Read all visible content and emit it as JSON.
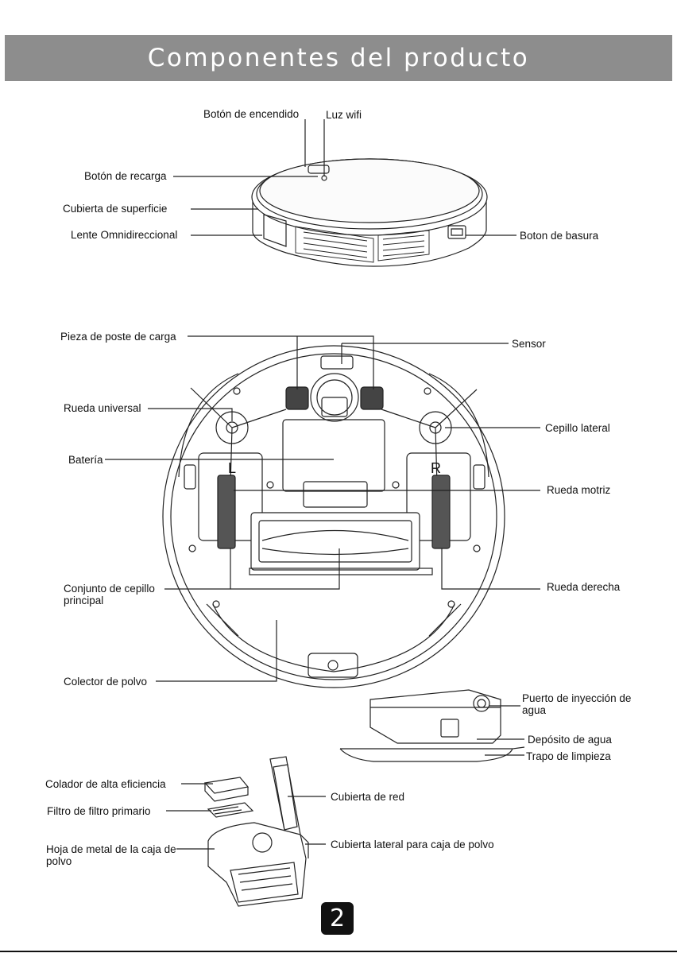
{
  "title": "Componentes del producto",
  "page_number": "2",
  "top_view": {
    "power_button": "Botón de encendido",
    "wifi_light": "Luz wifi",
    "recharge_button": "Botón de recarga",
    "surface_cover": "Cubierta de superficie",
    "omni_lens": "Lente Omnidireccional",
    "trash_button": "Boton de basura"
  },
  "bottom_view": {
    "charging_post": "Pieza de poste de carga",
    "sensor": "Sensor",
    "universal_wheel": "Rueda universal",
    "side_brush": "Cepillo lateral",
    "battery": "Batería",
    "drive_wheel": "Rueda motriz",
    "main_brush": "Conjunto de cepillo principal",
    "right_wheel": "Rueda derecha",
    "dust_collector": "Colector de polvo",
    "left_mark": "L",
    "right_mark": "R"
  },
  "water_tank": {
    "injection_port": "Puerto de inyección de agua",
    "tank": "Depósito de agua",
    "mop": "Trapo de limpieza"
  },
  "dust_box": {
    "hepa": "Colador de alta eficiencia",
    "primary_filter": "Filtro de filtro primario",
    "metal_sheet": "Hoja de metal de la caja de polvo",
    "net_cover": "Cubierta de red",
    "side_cover": "Cubierta lateral para caja de polvo"
  }
}
